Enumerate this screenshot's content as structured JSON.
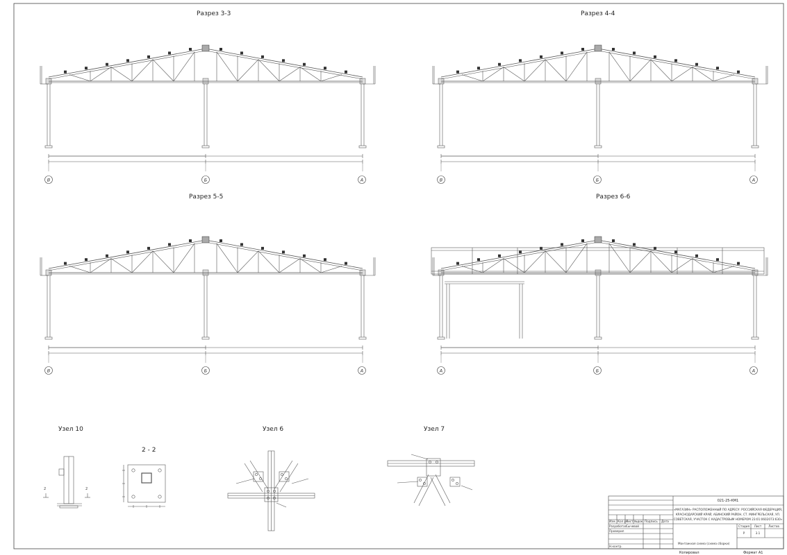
{
  "sections": [
    {
      "title": "Разрез 3-3",
      "axes": [
        "В",
        "Б",
        "А"
      ]
    },
    {
      "title": "Разрез 4-4",
      "axes": [
        "В",
        "Б",
        "А"
      ]
    },
    {
      "title": "Разрез 5-5",
      "axes": [
        "В",
        "Б",
        "А"
      ]
    },
    {
      "title": "Разрез 6-6",
      "axes": [
        "А",
        "Б",
        "А"
      ]
    }
  ],
  "details": {
    "node10": "Узел 10",
    "section22": "2 - 2",
    "node6": "Узел 6",
    "node7": "Узел 7",
    "cut_mark": "2"
  },
  "stamp": {
    "doc_code": "021-25-КМ1",
    "project_lines": [
      "«МАГАЗИН» РАСПОЛОЖЕННЫЙ ПО АДРЕСУ: РОССИЙСКАЯ ФЕДЕРАЦИЯ,",
      "КРАСНОДАРСКИЙ КРАЙ, АБИНСКИЙ РАЙОН, СТ. МИНГРЕЛЬСКАЯ, УЛ.",
      "СОВЕТСКАЯ, УЧАСТОК С КАДАСТРОВЫМ НОМЕРОМ 23:01:0602073:630»"
    ],
    "sheet_title": "Монтажная схема (схема сборки)",
    "stage_header": "Стадия",
    "sheet_header": "Лист",
    "sheets_header": "Листов",
    "stage": "Р",
    "sheet": "3.1",
    "copied": "Копировал",
    "format": "Формат  А1",
    "columns": [
      "Изм.",
      "Кол.уч",
      "Лист",
      "№док.",
      "Подпись",
      "Дата"
    ],
    "roles": [
      "Разработал",
      "Проверил",
      "Н.контр."
    ],
    "developer": "Сычевой"
  }
}
